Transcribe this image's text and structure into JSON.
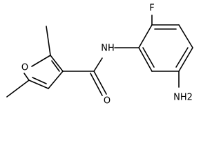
{
  "atom_labels": {
    "furan_oxygen": "O",
    "amide_nitrogen": "NH",
    "carbonyl_oxygen": "O",
    "fluorine": "F",
    "amine": "NH2"
  }
}
